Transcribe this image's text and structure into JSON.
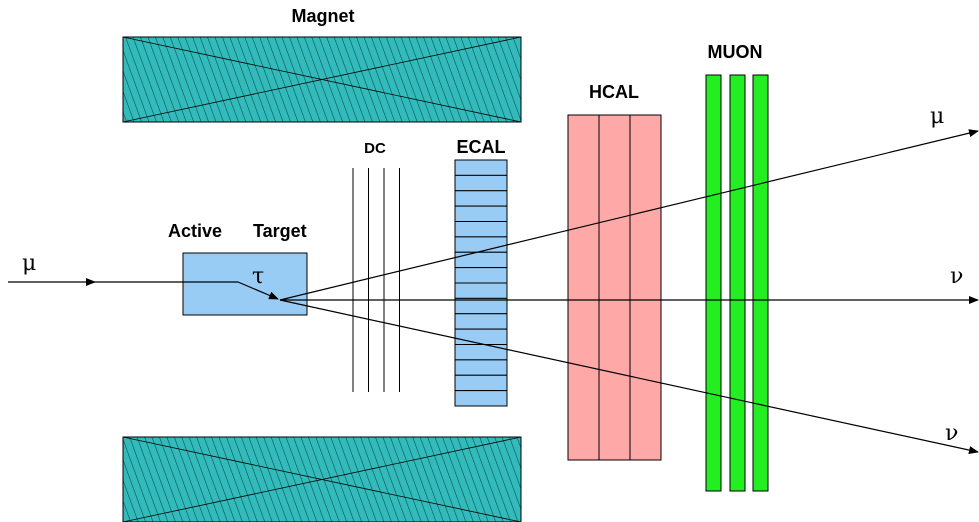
{
  "labels": {
    "magnet": "Magnet",
    "muon": "MUON",
    "hcal": "HCAL",
    "dc": "DC",
    "ecal": "ECAL",
    "active": "Active",
    "target": "Target",
    "mu_in": "μ",
    "tau": "τ",
    "mu_out": "μ",
    "nu_1": "ν",
    "nu_2": "ν"
  },
  "colors": {
    "magnet_fill": "#33bbbb",
    "target_fill": "#99ccf5",
    "ecal_fill": "#99ccf5",
    "hcal_fill": "#ffa8a8",
    "muon_fill": "#22ee22",
    "line": "#000000"
  },
  "ecal": {
    "cells": 16
  },
  "hcal": {
    "columns": 3
  },
  "muon": {
    "planes": 3
  },
  "dc": {
    "wires": 4
  }
}
